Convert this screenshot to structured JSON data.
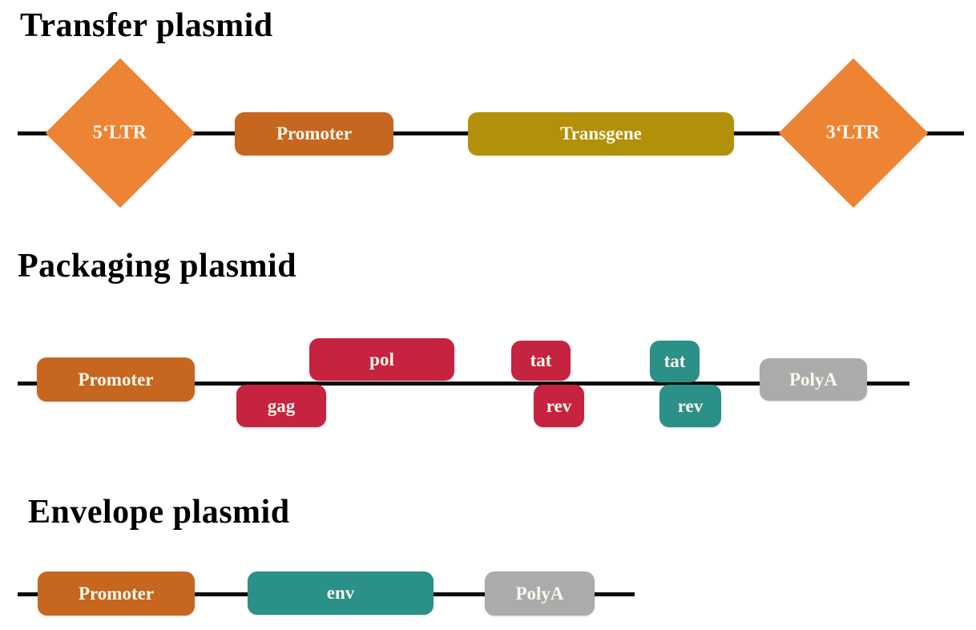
{
  "colors": {
    "ltr_orange": "#ED8434",
    "promoter_dark_orange": "#C6661F",
    "transgene_gold": "#B2900A",
    "gene_crimson": "#C52340",
    "gene_teal": "#2B9088",
    "polya_gray": "#ABABAB",
    "backbone_line": "#0B0B0B",
    "label_text": "#FDF8EE",
    "title_text": "#000000",
    "background": "#FFFFFF"
  },
  "transfer": {
    "title": "Transfer plasmid",
    "ltr5": "5‘LTR",
    "promoter": "Promoter",
    "transgene": "Transgene",
    "ltr3": "3‘LTR"
  },
  "packaging": {
    "title": "Packaging plasmid",
    "promoter": "Promoter",
    "gag": "gag",
    "pol": "pol",
    "tat1": "tat",
    "rev1": "rev",
    "tat2": "tat",
    "rev2": "rev",
    "polya": "PolyA"
  },
  "envelope": {
    "title": "Envelope plasmid",
    "promoter": "Promoter",
    "env": "env",
    "polya": "PolyA"
  }
}
